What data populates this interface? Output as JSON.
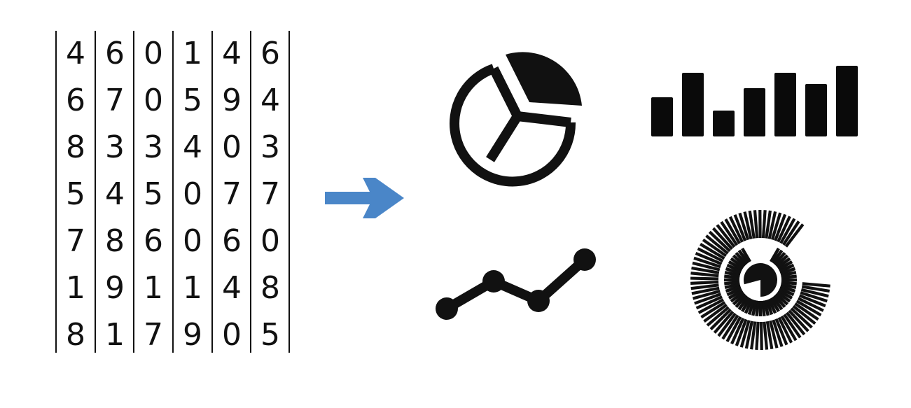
{
  "number_table": {
    "columns": 6,
    "rows": [
      [
        "4",
        "6",
        "0",
        "1",
        "4",
        "6"
      ],
      [
        "6",
        "7",
        "0",
        "5",
        "9",
        "4"
      ],
      [
        "8",
        "3",
        "3",
        "4",
        "0",
        "3"
      ],
      [
        "5",
        "4",
        "5",
        "0",
        "7",
        "7"
      ],
      [
        "7",
        "8",
        "6",
        "0",
        "6",
        "0"
      ],
      [
        "1",
        "9",
        "1",
        "1",
        "4",
        "8"
      ],
      [
        "8",
        "1",
        "7",
        "9",
        "0",
        "5"
      ]
    ]
  },
  "arrow": {
    "color": "#4a86c8",
    "direction": "right"
  },
  "icons": [
    {
      "name": "pie-chart-icon",
      "type": "pie"
    },
    {
      "name": "bar-chart-icon",
      "type": "bar",
      "relative_heights": [
        56,
        91,
        37,
        69,
        91,
        75,
        101
      ]
    },
    {
      "name": "line-chart-icon",
      "type": "line",
      "relative_values": [
        1,
        2.2,
        1.3,
        3.2
      ]
    },
    {
      "name": "radial-bar-chart-icon",
      "type": "radial"
    }
  ],
  "colors": {
    "ink": "#111111",
    "accent": "#4a86c8",
    "background": "#ffffff"
  }
}
